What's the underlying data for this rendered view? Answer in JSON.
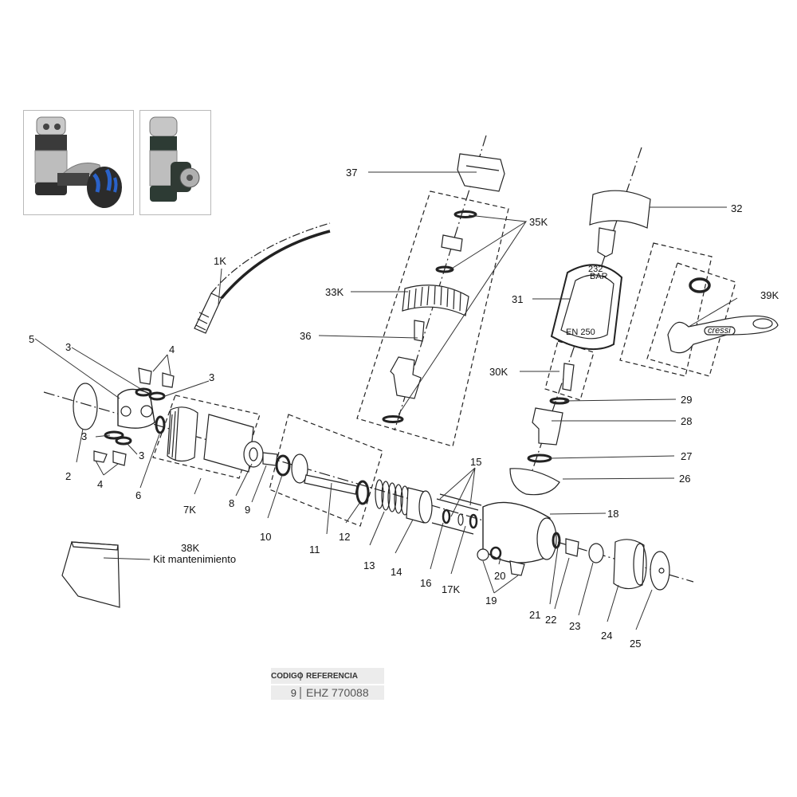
{
  "thumbnails": [
    {
      "name": "regulator-blue-knob-photo",
      "accent": "#2a62c9"
    },
    {
      "name": "regulator-dark-knob-photo",
      "accent": "#2d3b34"
    }
  ],
  "callouts": {
    "p37": "37",
    "p35k": "35K",
    "p32": "32",
    "p33k": "33K",
    "p31": "31",
    "p39k": "39K",
    "p36": "36",
    "p30k": "30K",
    "p1k": "1K",
    "p5": "5",
    "p3a": "3",
    "p4a": "4",
    "p3b": "3",
    "p3c": "3",
    "p3d": "3",
    "p2": "2",
    "p4b": "4",
    "p6": "6",
    "p7k": "7K",
    "p8": "8",
    "p9": "9",
    "p10": "10",
    "p11": "11",
    "p12": "12",
    "p13": "13",
    "p14": "14",
    "p15": "15",
    "p16": "16",
    "p17k": "17K",
    "p18": "18",
    "p19": "19",
    "p20": "20",
    "p21": "21",
    "p22": "22",
    "p23": "23",
    "p24": "24",
    "p25": "25",
    "p26": "26",
    "p27": "27",
    "p28": "28",
    "p29": "29",
    "p38k": "38K"
  },
  "kit": {
    "label": "Kit mantenimiento"
  },
  "gauge_text": {
    "pressure": "232",
    "unit": "BAR",
    "standard": "EN 250"
  },
  "brand_text": "cressi",
  "reference_table": {
    "headers": {
      "code": "CODIGO",
      "reference": "REFERENCIA"
    },
    "row": {
      "code": "9",
      "reference": "EHZ 770088"
    }
  }
}
